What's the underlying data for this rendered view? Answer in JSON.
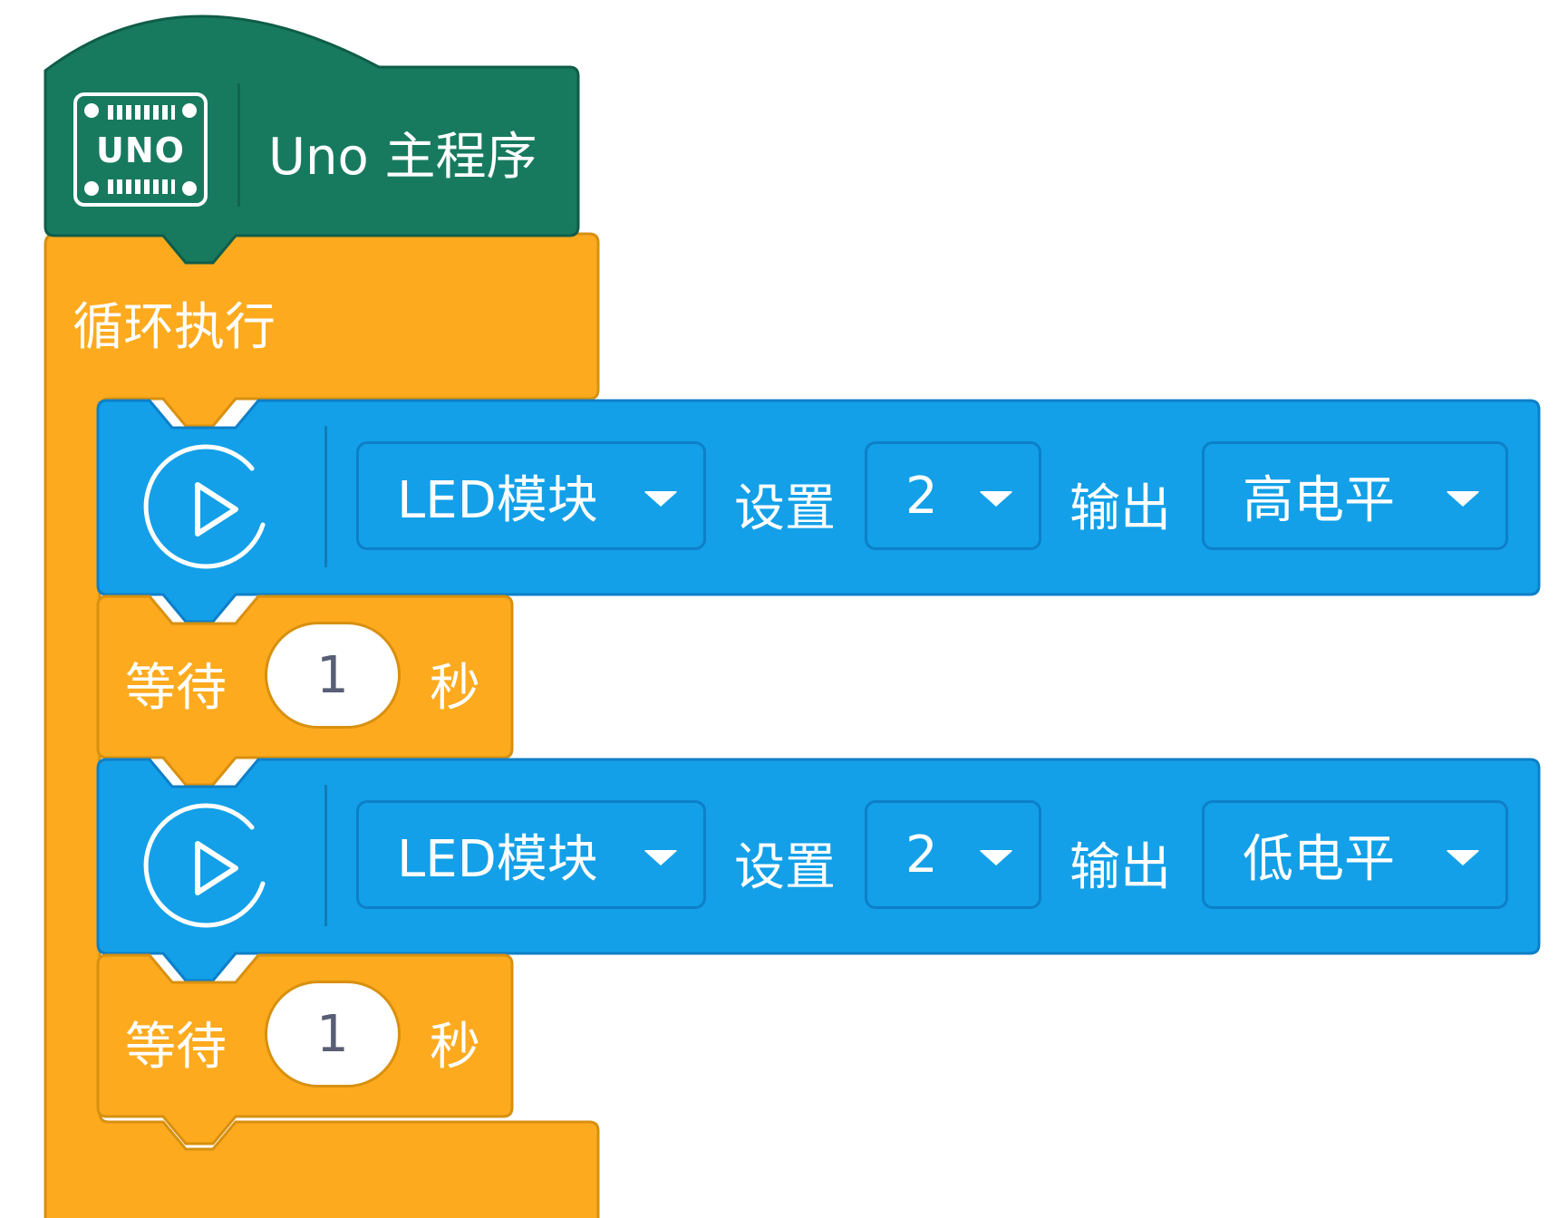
{
  "hat": {
    "icon_text": "UNO",
    "title": "Uno 主程序",
    "color": "#177a5f"
  },
  "loop": {
    "label": "循环执行",
    "color": "#fdaa1e"
  },
  "blocks": [
    {
      "type": "led",
      "icon": "play-circle-icon",
      "module": "LED模块",
      "set_label": "设置",
      "pin": "2",
      "output_label": "输出",
      "level": "高电平"
    },
    {
      "type": "wait",
      "label": "等待",
      "value": "1",
      "unit": "秒"
    },
    {
      "type": "led",
      "icon": "play-circle-icon",
      "module": "LED模块",
      "set_label": "设置",
      "pin": "2",
      "output_label": "输出",
      "level": "低电平"
    },
    {
      "type": "wait",
      "label": "等待",
      "value": "1",
      "unit": "秒"
    }
  ],
  "colors": {
    "blue": "#13a0e8",
    "blue_border": "#0d7fc8",
    "orange": "#fdaa1e",
    "orange_border": "#d8900f",
    "green": "#177a5f",
    "green_border": "#0f5d48"
  }
}
